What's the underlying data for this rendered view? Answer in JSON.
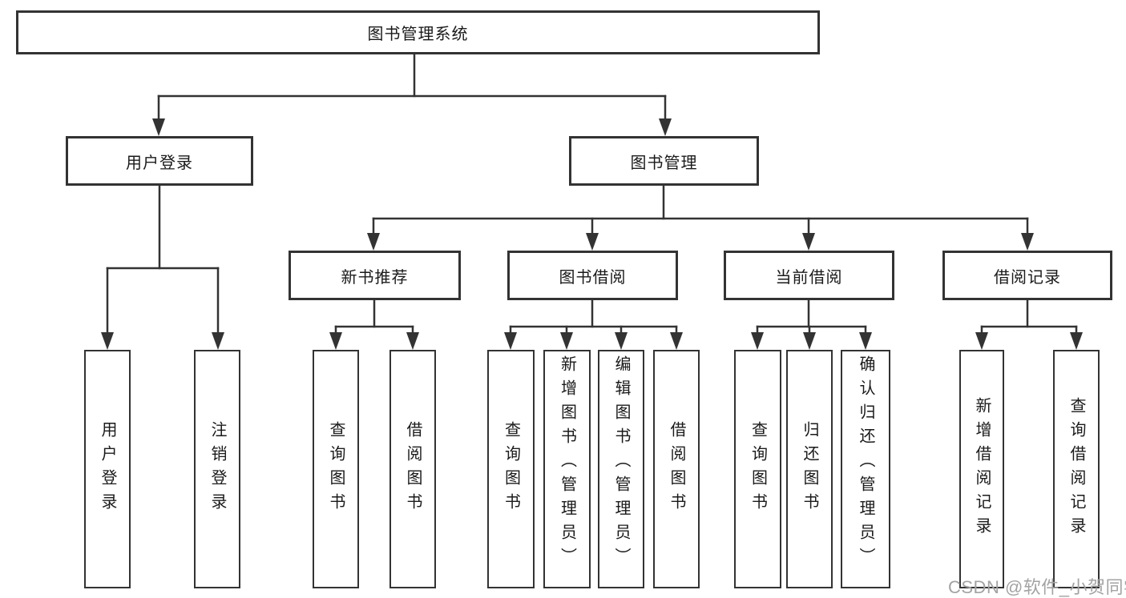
{
  "diagram_title": "图书管理系统",
  "nodes": {
    "root": {
      "label": "图书管理系统"
    },
    "user_login": {
      "label": "用户登录"
    },
    "book_mgmt": {
      "label": "图书管理"
    },
    "new_book_rec": {
      "label": "新书推荐"
    },
    "book_borrow": {
      "label": "图书借阅"
    },
    "current_borrow": {
      "label": "当前借阅"
    },
    "borrow_records": {
      "label": "借阅记录"
    },
    "leaf_user_login": {
      "label": "用户登录"
    },
    "leaf_logout": {
      "label": "注销登录"
    },
    "leaf_query_books_rec": {
      "label": "查询图书"
    },
    "leaf_borrow_books_rec": {
      "label": "借阅图书"
    },
    "leaf_query_books_borrow": {
      "label": "查询图书"
    },
    "leaf_add_books": {
      "label": "新增图书（管理员）"
    },
    "leaf_edit_books": {
      "label": "编辑图书（管理员）"
    },
    "leaf_borrow_books_borrow": {
      "label": "借阅图书"
    },
    "leaf_query_books_current": {
      "label": "查询图书"
    },
    "leaf_return_books": {
      "label": "归还图书"
    },
    "leaf_confirm_return": {
      "label": "确认归还（管理员）"
    },
    "leaf_add_borrow_record": {
      "label": "新增借阅记录"
    },
    "leaf_query_borrow_record": {
      "label": "查询借阅记录"
    }
  },
  "hierarchy": {
    "root": [
      "user_login",
      "book_mgmt"
    ],
    "user_login": [
      "leaf_user_login",
      "leaf_logout"
    ],
    "book_mgmt": [
      "new_book_rec",
      "book_borrow",
      "current_borrow",
      "borrow_records"
    ],
    "new_book_rec": [
      "leaf_query_books_rec",
      "leaf_borrow_books_rec"
    ],
    "book_borrow": [
      "leaf_query_books_borrow",
      "leaf_add_books",
      "leaf_edit_books",
      "leaf_borrow_books_borrow"
    ],
    "current_borrow": [
      "leaf_query_books_current",
      "leaf_return_books",
      "leaf_confirm_return"
    ],
    "borrow_records": [
      "leaf_add_borrow_record",
      "leaf_query_borrow_record"
    ]
  },
  "watermark": {
    "text": "CSDN @软件_小贺同学"
  },
  "colors": {
    "line": "#333333",
    "text": "#1a1a1a",
    "background": "#ffffff",
    "watermark": "#a3a3a3"
  }
}
